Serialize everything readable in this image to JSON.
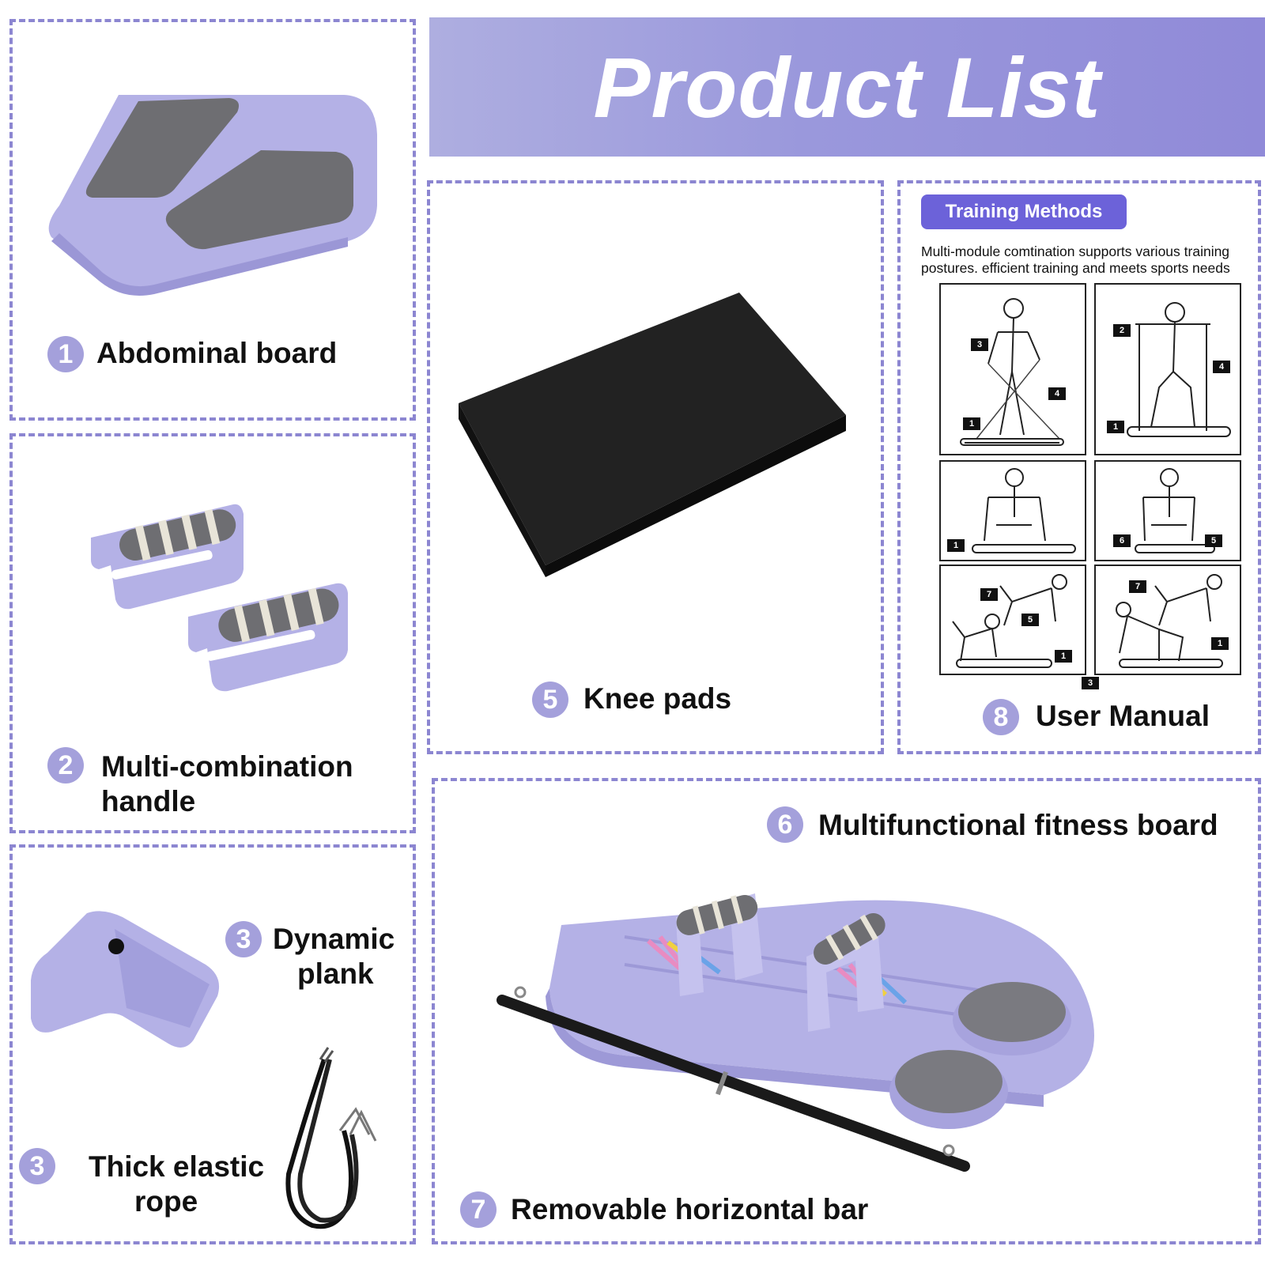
{
  "banner": {
    "title": "Product List"
  },
  "items": [
    {
      "num": "1",
      "label": "Abdominal board"
    },
    {
      "num": "2",
      "label_line1": "Multi-combination",
      "label_line2": "handle"
    },
    {
      "num": "3",
      "label_line1": "Dynamic",
      "label_line2": "plank"
    },
    {
      "num": "3",
      "label_line1": "Thick elastic",
      "label_line2": "rope"
    },
    {
      "num": "5",
      "label": "Knee pads"
    },
    {
      "num": "6",
      "label": "Multifunctional fitness board"
    },
    {
      "num": "7",
      "label": "Removable horizontal bar"
    },
    {
      "num": "8",
      "label": "User Manual"
    }
  ],
  "manual": {
    "tag": "Training Methods",
    "description": "Multi-module comtination supports various training postures. efficient training and meets sports needs",
    "step_tags": [
      "3",
      "4",
      "1",
      "2",
      "4",
      "1",
      "1",
      "6",
      "5",
      "7",
      "5",
      "1",
      "7",
      "1",
      "3"
    ]
  },
  "colors": {
    "accent": "#8c86d1",
    "badge": "#a4a0db",
    "banner": "#9a98dc",
    "product": "#b4b1e6",
    "tag": "#6c62d9"
  }
}
